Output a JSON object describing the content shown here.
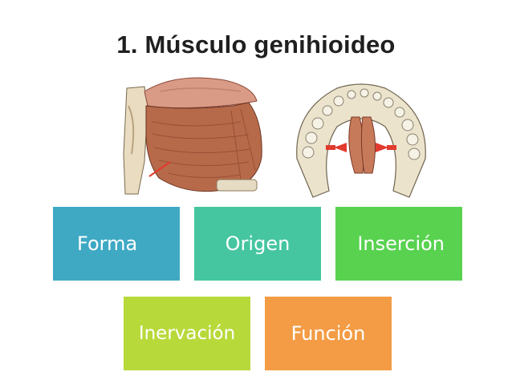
{
  "slide": {
    "title": "1. Músculo genihioideo"
  },
  "boxes": [
    {
      "label": "Forma",
      "color": "#3fa9c4"
    },
    {
      "label": "Origen",
      "color": "#45c6a0"
    },
    {
      "label": "Inserción",
      "color": "#58d24f"
    },
    {
      "label": "Inervación",
      "color": "#b8d93a"
    },
    {
      "label": "Función",
      "color": "#f39c45"
    }
  ],
  "illustrations": {
    "left": "tongue-muscle-lateral-illustration",
    "right": "mandible-inferior-view-illustration"
  }
}
